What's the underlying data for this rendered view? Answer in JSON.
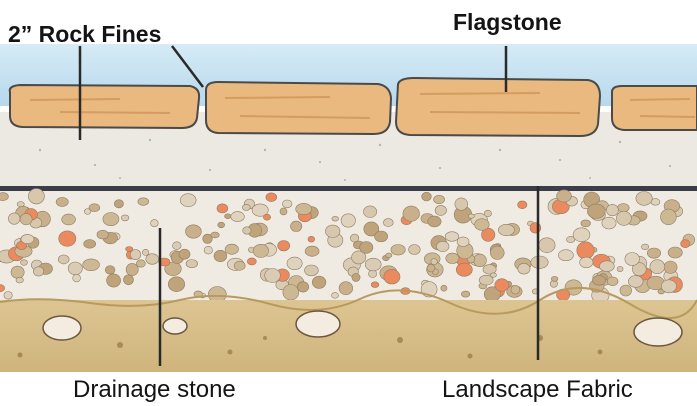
{
  "labels": {
    "rock_fines": "2” Rock Fines",
    "flagstone": "Flagstone",
    "drainage_stone": "Drainage stone",
    "landscape_fabric": "Landscape Fabric"
  },
  "colors": {
    "sky": "#bcdcef",
    "flagstone": "#e9b980",
    "flagstone_outline": "#4a4a4a",
    "rock_fines_layer": "#ece9e2",
    "landscape_fabric": "#3b3e4a",
    "drainage_stone_bg": "#efeae2",
    "soil": "#d7be89",
    "pointer": "#2a2a2a",
    "label_text": "#141414"
  }
}
